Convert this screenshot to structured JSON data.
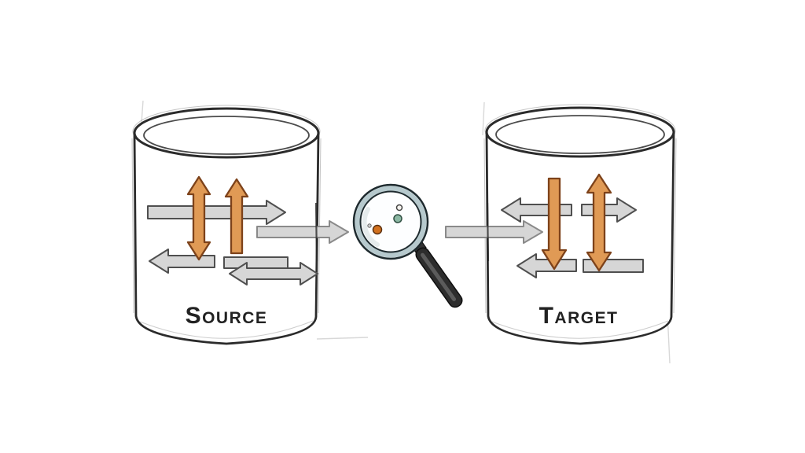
{
  "source": {
    "label": "Source",
    "icon": "database-cylinder"
  },
  "target": {
    "label": "Target",
    "icon": "database-cylinder"
  },
  "flow": {
    "source_to_magnifier": "arrow-right",
    "magnifier_to_target": "arrow-right"
  },
  "magnifier": {
    "icon": "magnifying-glass",
    "dots": [
      {
        "name": "ring-dot",
        "color": "#f6f4ef"
      },
      {
        "name": "teal-dot",
        "color": "#8cb8a4"
      },
      {
        "name": "orange-dot",
        "color": "#d2711f"
      },
      {
        "name": "gray-dot",
        "color": "#cccccc"
      }
    ]
  },
  "colors": {
    "background": "#ffffff",
    "ink": "#222222",
    "orange_arrow": "#e09a55",
    "orange_stroke": "#7d421a",
    "gray_arrow": "#d6d6d6",
    "gray_stroke": "#555555",
    "lens_rim": "#b6c9cd",
    "lens_glass": "#fbfdfd",
    "handle": "#2d2d2d"
  }
}
